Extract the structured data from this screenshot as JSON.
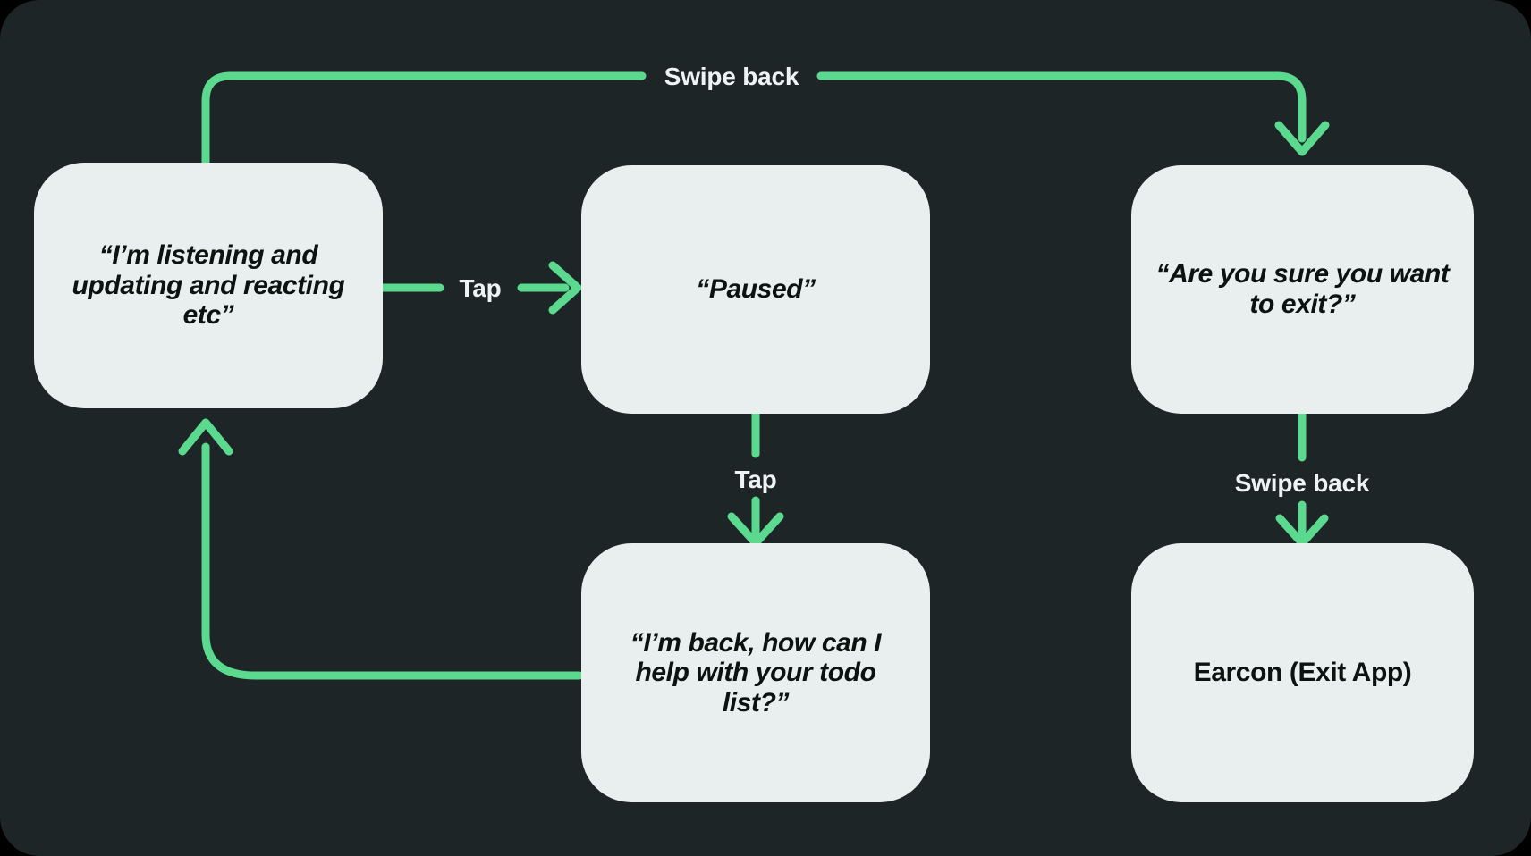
{
  "canvas": {
    "background": "#1e2527",
    "node_fill": "#e8efee",
    "node_text": "#0d1211",
    "accent": "#5bd98f",
    "label_text": "#eef3f3"
  },
  "nodes": [
    {
      "id": "listening",
      "label": "“I’m listening and updating and reacting etc”",
      "style": "italic"
    },
    {
      "id": "paused",
      "label": "“Paused”",
      "style": "italic"
    },
    {
      "id": "are-you-sure",
      "label": "“Are you sure you want to exit?”",
      "style": "italic"
    },
    {
      "id": "im-back",
      "label": "“I’m back, how can I help with your todo list?”",
      "style": "italic"
    },
    {
      "id": "earcon",
      "label": "Earcon (Exit App)",
      "style": "plain"
    }
  ],
  "edges": [
    {
      "id": "listening-to-paused",
      "label": "Tap",
      "from": "listening",
      "to": "paused"
    },
    {
      "id": "paused-to-imback",
      "label": "Tap",
      "from": "paused",
      "to": "im-back"
    },
    {
      "id": "imback-to-listening",
      "label": "",
      "from": "im-back",
      "to": "listening"
    },
    {
      "id": "listening-to-areyousure",
      "label": "Swipe back",
      "from": "listening",
      "to": "are-you-sure"
    },
    {
      "id": "areyousure-to-earcon",
      "label": "Swipe back",
      "from": "are-you-sure",
      "to": "earcon"
    }
  ]
}
